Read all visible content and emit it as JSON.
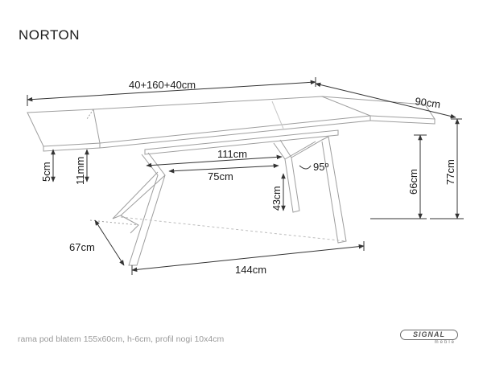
{
  "product": {
    "name": "NORTON"
  },
  "dimensions": {
    "total_length": "40+160+40cm",
    "depth": "90cm",
    "frame_length": "111cm",
    "inner_leg_span": "75cm",
    "leg_angle": "95º",
    "leg_height": "43cm",
    "apron_height": "66cm",
    "table_height": "77cm",
    "top_thickness": "5cm",
    "glass_thickness": "11mm",
    "leg_depth_span": "67cm",
    "leg_length_span": "144cm"
  },
  "footer": {
    "note": "rama pod blatem 155x60cm, h-6cm, profil nogi 10x4cm"
  },
  "brand": {
    "name": "SIGNAL",
    "tagline": "meble"
  }
}
